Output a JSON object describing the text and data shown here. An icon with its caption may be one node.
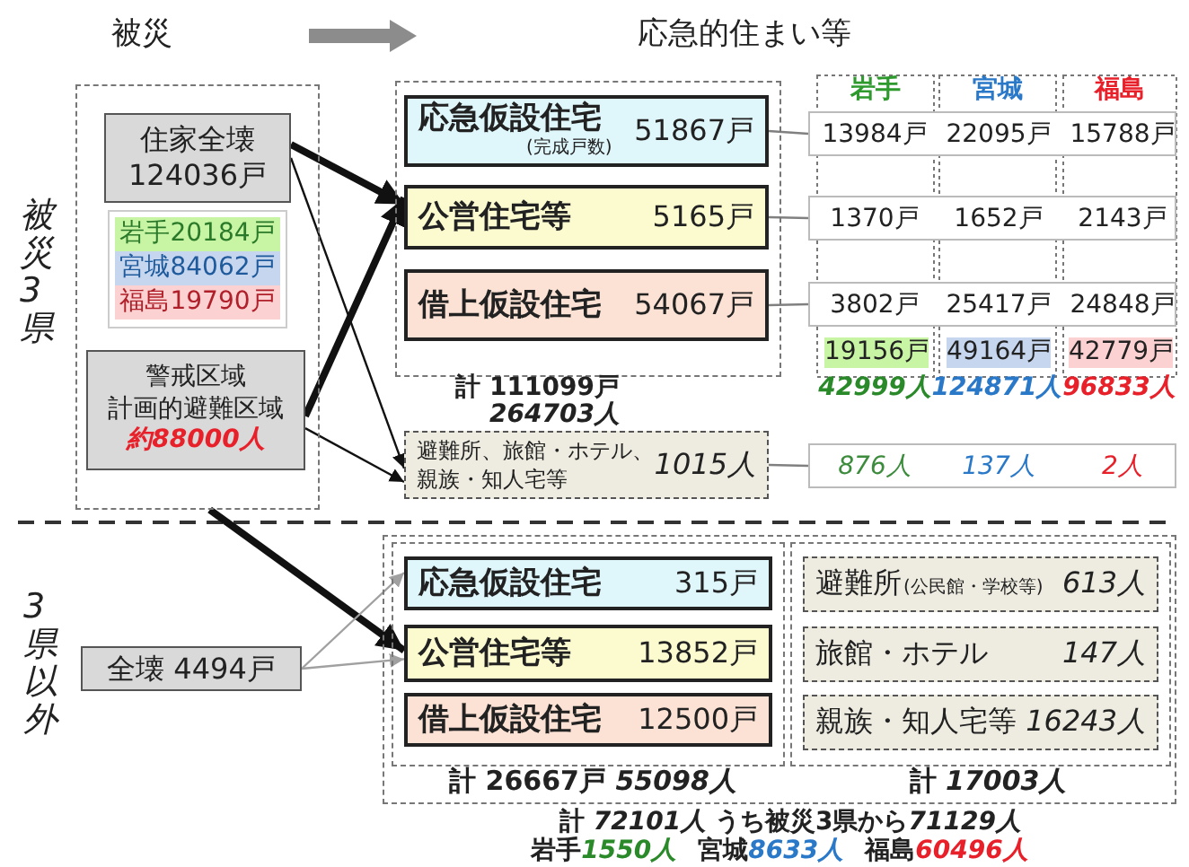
{
  "diagram": {
    "nodes": [
      {
        "text": [],
        "shape": "box"
      },
      {
        "text": [
          "住家全壊",
          "124036戸"
        ],
        "in": 0
      },
      {
        "text": [
          "岩手20184戸",
          "宮城84062戸",
          "福島19790戸"
        ],
        "in": 0
      },
      {
        "text": [
          "警戒区域",
          "計画的避難区域",
          "約88000人"
        ],
        "in": 0
      },
      {
        "text": [],
        "shape": "box",
        "beside": [
          "計 111099戸",
          "264703人"
        ]
      },
      {
        "text": [
          "応急仮設住宅",
          "(完成戸数)",
          "51867戸"
        ],
        "in": 4
      },
      {
        "text": [
          "公営住宅等",
          "5165戸"
        ],
        "in": 4
      },
      {
        "text": [
          "借上仮設住宅",
          "54067戸"
        ],
        "in": 4
      },
      {
        "text": [
          "避難所、旅館・ホテル、親族・知人宅等",
          "1015人"
        ]
      },
      {
        "text": [
          "13984戸",
          "22095戸",
          "15788戸"
        ]
      },
      {
        "text": [
          "1370戸",
          "1652戸",
          "2143戸"
        ]
      },
      {
        "text": [
          "3802戸",
          "25417戸",
          "24848戸"
        ]
      },
      {
        "text": [
          "876人",
          "137人",
          "2人"
        ]
      },
      {
        "text": [
          "全壊 4494戸"
        ]
      },
      {
        "text": [],
        "shape": "box"
      },
      {
        "text": [],
        "shape": "box",
        "in": 14,
        "beside": [
          "計 26667戸 *55098人*"
        ]
      },
      {
        "text": [
          "応急仮設住宅",
          "315戸"
        ],
        "in": 15
      },
      {
        "text": [
          "公営住宅等",
          "13852戸"
        ],
        "in": 15
      },
      {
        "text": [
          "借上仮設住宅",
          "12500戸"
        ],
        "in": 15
      },
      {
        "text": [],
        "shape": "box",
        "in": 14,
        "beside": [
          "計 *17003人*"
        ]
      },
      {
        "text": [
          "避難所",
          "(公民館・学校等)",
          "613人"
        ],
        "in": 19
      },
      {
        "text": [
          "旅館・ホテル",
          "147人"
        ],
        "in": 19
      },
      {
        "text": [
          "親族・知人宅等",
          "16243人"
        ],
        "in": 19
      }
    ],
    "edges": [
      {
        "from": 1,
        "to": 6,
        "arrow": "to",
        "style": "thick"
      },
      {
        "from": 1,
        "to": 8,
        "arrow": "to"
      },
      {
        "from": 3,
        "to": 6,
        "arrow": "to",
        "style": "thick"
      },
      {
        "from": 3,
        "to": 8,
        "arrow": "to"
      },
      {
        "from": 5,
        "to": 9,
        "arrow": "none",
        "color": "#808080"
      },
      {
        "from": 6,
        "to": 10,
        "arrow": "none",
        "color": "#808080"
      },
      {
        "from": 7,
        "to": 11,
        "arrow": "none",
        "color": "#808080"
      },
      {
        "from": 8,
        "to": 12,
        "arrow": "none",
        "color": "#808080"
      },
      {
        "from": 0,
        "to": 17,
        "arrow": "to",
        "style": "thick"
      },
      {
        "from": 13,
        "to": 16,
        "arrow": "to",
        "color": "#a0a0a0"
      },
      {
        "from": 13,
        "to": 17,
        "arrow": "to",
        "color": "#a0a0a0"
      }
    ],
    "labels": [
      "被災",
      "応急的住まい等",
      "被災3県",
      "3県以外",
      "岩手",
      "宮城",
      "福島",
      "19156戸",
      "49164戸",
      "42779戸",
      "42999人",
      "124871人",
      "96833人",
      "計 *72101人* うち被災3県から",
      "71129人",
      "岩手",
      "1550人",
      "宮城",
      "8633人",
      "福島",
      "60496人"
    ]
  }
}
